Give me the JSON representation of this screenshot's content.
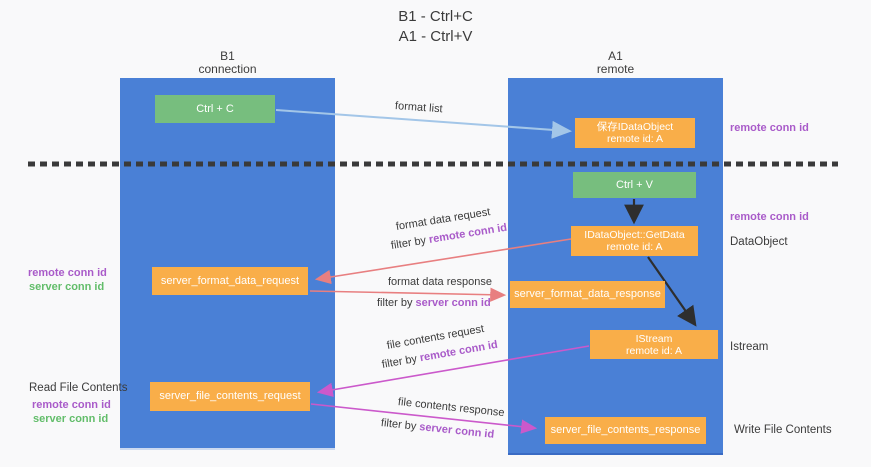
{
  "title": {
    "line1": "B1 - Ctrl+C",
    "line2": "A1 - Ctrl+V"
  },
  "columns": {
    "left": {
      "name": "B1",
      "subtitle": "connection"
    },
    "right": {
      "name": "A1",
      "subtitle": "remote"
    }
  },
  "nodes": {
    "ctrl_c": {
      "label": "Ctrl + C"
    },
    "save_idataobject": {
      "line1": "保存IDataObject",
      "line2": "remote id: A"
    },
    "ctrl_v": {
      "label": "Ctrl + V"
    },
    "getdata": {
      "line1": "IDataObject::GetData",
      "line2": "remote id: A"
    },
    "format_request": {
      "label": "server_format_data_request"
    },
    "format_response": {
      "label": "server_format_data_response"
    },
    "istream": {
      "line1": "IStream",
      "line2": "remote id: A"
    },
    "file_request": {
      "label": "server_file_contents_request"
    },
    "file_response": {
      "label": "server_file_contents_response"
    }
  },
  "flow_labels": {
    "format_list": "format list",
    "format_data_request": "format data request",
    "format_data_request_filter_prefix": "filter by ",
    "format_data_request_filter_key": "remote conn id",
    "format_data_response": "format data response",
    "format_data_response_filter_prefix": "filter by ",
    "format_data_response_filter_key": "server conn id",
    "file_contents_request": "file contents request",
    "file_contents_request_filter_prefix": "filter by ",
    "file_contents_request_filter_key": "remote conn id",
    "file_contents_response": "file contents response",
    "file_contents_response_filter_prefix": "filter by ",
    "file_contents_response_filter_key": "server conn id"
  },
  "side_labels": {
    "remote_conn_id_top_right": "remote conn id",
    "remote_conn_id_mid_right": "remote conn id",
    "dataobject": "DataObject",
    "istream": "Istream",
    "write_file_contents": "Write File Contents",
    "remote_conn_id_left_1": "remote conn id",
    "server_conn_id_left_1": "server conn id",
    "read_file_contents": "Read File Contents",
    "remote_conn_id_left_2": "remote conn id",
    "server_conn_id_left_2": "server conn id"
  },
  "colors": {
    "lane_blue": "#4a80d6",
    "box_green": "#77be7e",
    "box_orange": "#f9ae49",
    "arrow_light_blue": "#a3c6e8",
    "arrow_salmon": "#e87f80",
    "arrow_magenta": "#cb59cb",
    "arrow_black": "#2e2e2e",
    "dashed_separator": "#3a3a3a",
    "text_purple": "#a95bc9",
    "text_green": "#62bd6a"
  }
}
